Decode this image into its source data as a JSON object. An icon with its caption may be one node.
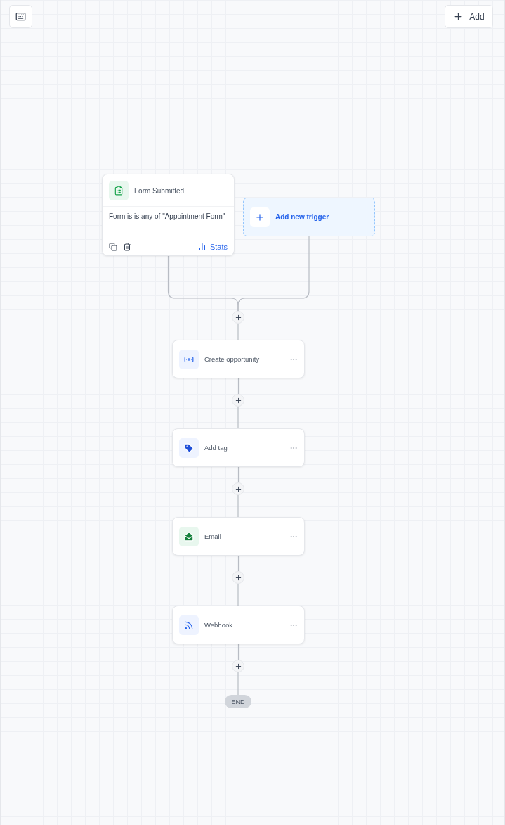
{
  "diagram": {
    "nodes": [
      {
        "text": [
          "Form Submitted",
          "Form is is any of \"Appointment Form\"",
          "Stats"
        ]
      },
      {
        "text": [
          "Add new trigger"
        ]
      },
      {
        "text": [],
        "shape": "circle"
      },
      {
        "text": [
          "Create opportunity"
        ]
      },
      {
        "text": [],
        "shape": "circle"
      },
      {
        "text": [
          "Add tag"
        ]
      },
      {
        "text": [],
        "shape": "circle"
      },
      {
        "text": [
          "Email"
        ]
      },
      {
        "text": [],
        "shape": "circle"
      },
      {
        "text": [
          "Webhook"
        ]
      },
      {
        "text": [],
        "shape": "circle"
      },
      {
        "text": [
          "END"
        ]
      }
    ],
    "edges": [
      {
        "from": 0,
        "to": 2,
        "arrow": "none"
      },
      {
        "from": 1,
        "to": 2,
        "arrow": "none"
      },
      {
        "from": 2,
        "to": 3,
        "arrow": "none"
      },
      {
        "from": 3,
        "to": 4,
        "arrow": "none"
      },
      {
        "from": 4,
        "to": 5,
        "arrow": "none"
      },
      {
        "from": 5,
        "to": 6,
        "arrow": "none"
      },
      {
        "from": 6,
        "to": 7,
        "arrow": "none"
      },
      {
        "from": 7,
        "to": 8,
        "arrow": "none"
      },
      {
        "from": 8,
        "to": 9,
        "arrow": "none"
      },
      {
        "from": 9,
        "to": 10,
        "arrow": "none"
      },
      {
        "from": 10,
        "to": 11,
        "arrow": "none"
      }
    ],
    "labels": [
      "Add"
    ]
  }
}
